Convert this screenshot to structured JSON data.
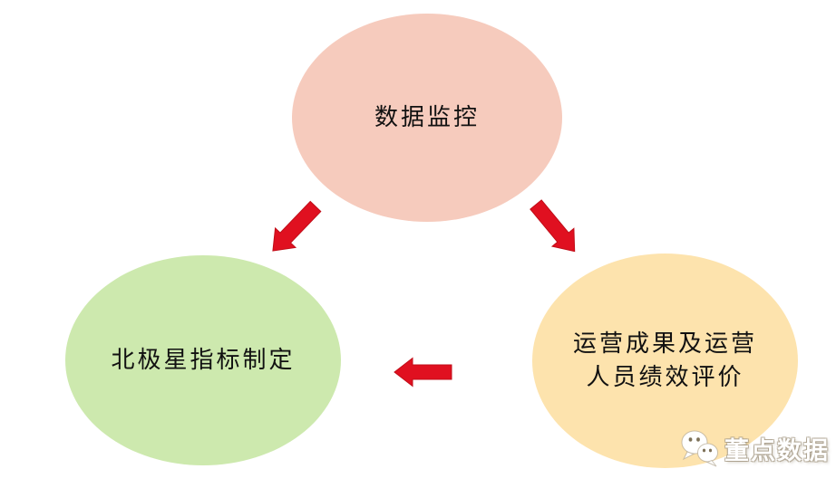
{
  "diagram": {
    "type": "cycle-flow",
    "nodes": [
      {
        "id": "data-monitoring",
        "label": "数据监控",
        "fill": "#F6CBBD",
        "shape": "ellipse",
        "position": "top-center"
      },
      {
        "id": "north-star-metric",
        "label": "北极星指标制定",
        "fill": "#CDE9AE",
        "shape": "ellipse",
        "position": "bottom-left"
      },
      {
        "id": "ops-performance",
        "lines": [
          "运营成果及运营",
          "人员绩效评价"
        ],
        "fill": "#FDE3AD",
        "shape": "ellipse",
        "position": "bottom-right"
      }
    ],
    "arrows": {
      "fill": "#E01020",
      "items": [
        {
          "id": "monitoring-to-northstar",
          "from": "数据监控",
          "to": "北极星指标制定"
        },
        {
          "id": "monitoring-to-performance",
          "from": "数据监控",
          "to": "运营成果及运营人员绩效评价"
        },
        {
          "id": "performance-to-northstar",
          "from": "运营成果及运营人员绩效评价",
          "to": "北极星指标制定"
        }
      ]
    },
    "watermark": {
      "text": "董点数据",
      "icon": "wechat-icon"
    }
  }
}
